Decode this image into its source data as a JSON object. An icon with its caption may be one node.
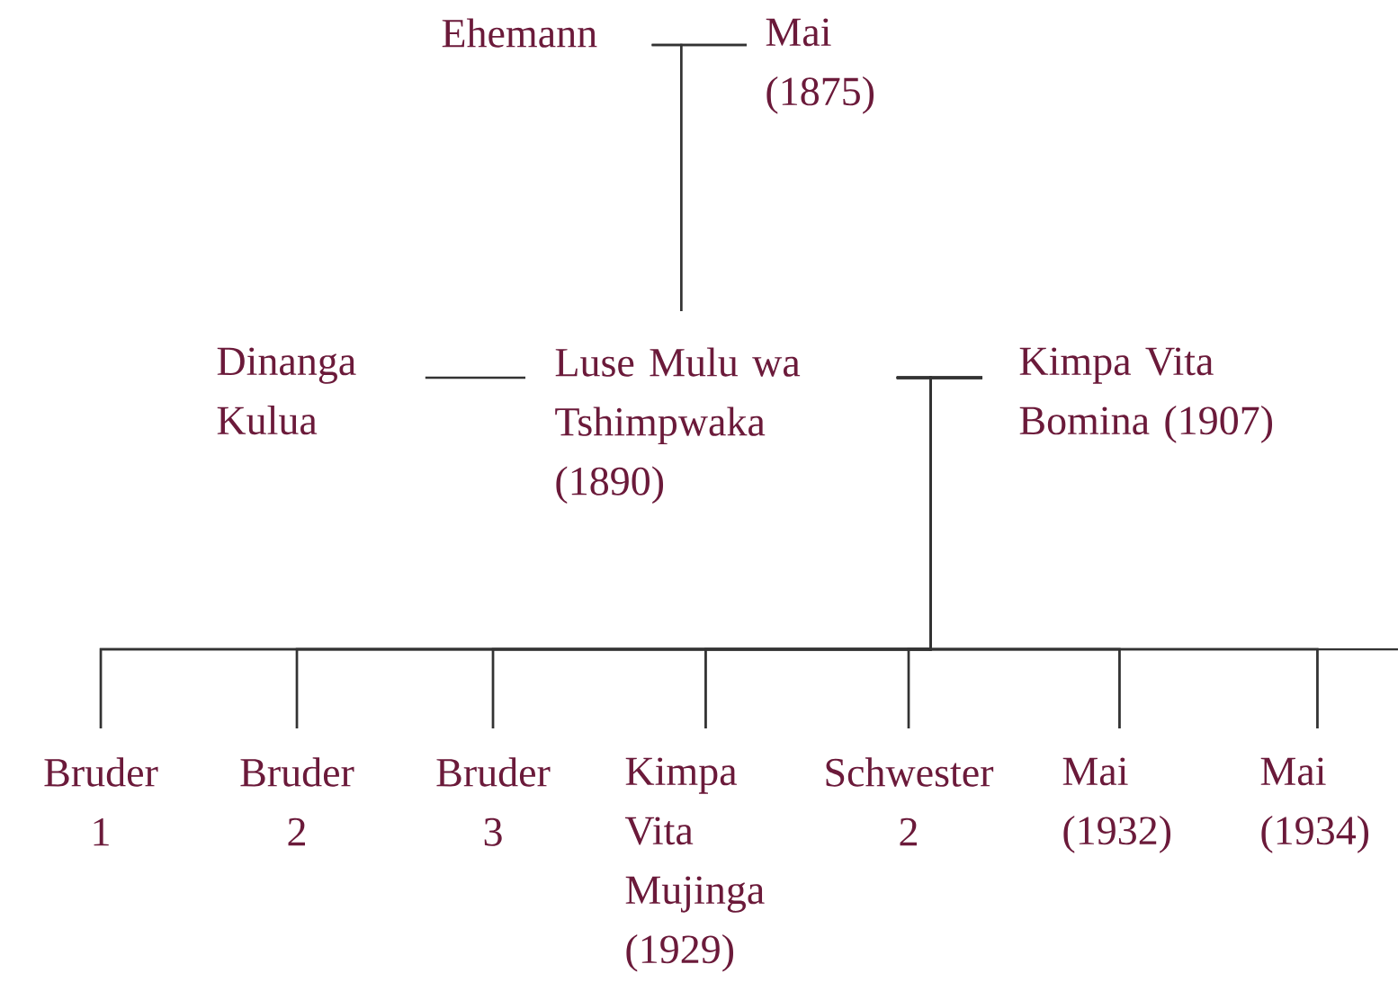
{
  "diagram": {
    "nodes": [
      {
        "text": [
          "Ehemann"
        ]
      },
      {
        "text": [
          "Mai (1875)"
        ]
      },
      {
        "text": [
          "Dinanga Kulua"
        ]
      },
      {
        "text": [
          "Luse Mulu wa Tshimpwaka (1890)"
        ]
      },
      {
        "text": [
          "Kimpa Vita Bomina (1907)"
        ]
      },
      {
        "text": [
          "Bruder 1"
        ]
      },
      {
        "text": [
          "Bruder 2"
        ]
      },
      {
        "text": [
          "Bruder 3"
        ]
      },
      {
        "text": [
          "Kimpa Vita Mujinga (1929)"
        ]
      },
      {
        "text": [
          "Schwester 2"
        ]
      },
      {
        "text": [
          "Mai (1932)"
        ]
      },
      {
        "text": [
          "Mai (1934)"
        ]
      }
    ],
    "edges": [
      {
        "from": 0,
        "to": 1,
        "arrow": "none"
      },
      {
        "from": 0,
        "to": 3,
        "arrow": "none"
      },
      {
        "from": 1,
        "to": 3,
        "arrow": "none"
      },
      {
        "from": 2,
        "to": 3,
        "arrow": "none"
      },
      {
        "from": 3,
        "to": 4,
        "arrow": "none"
      },
      {
        "from": 3,
        "to": 5,
        "arrow": "none"
      },
      {
        "from": 4,
        "to": 5,
        "arrow": "none"
      },
      {
        "from": 3,
        "to": 6,
        "arrow": "none"
      },
      {
        "from": 4,
        "to": 6,
        "arrow": "none"
      },
      {
        "from": 3,
        "to": 7,
        "arrow": "none"
      },
      {
        "from": 4,
        "to": 7,
        "arrow": "none"
      },
      {
        "from": 3,
        "to": 8,
        "arrow": "none"
      },
      {
        "from": 4,
        "to": 8,
        "arrow": "none"
      },
      {
        "from": 3,
        "to": 9,
        "arrow": "none"
      },
      {
        "from": 4,
        "to": 9,
        "arrow": "none"
      },
      {
        "from": 3,
        "to": 10,
        "arrow": "none"
      },
      {
        "from": 4,
        "to": 10,
        "arrow": "none"
      },
      {
        "from": 3,
        "to": 11,
        "arrow": "none"
      },
      {
        "from": 4,
        "to": 11,
        "arrow": "none"
      }
    ]
  }
}
